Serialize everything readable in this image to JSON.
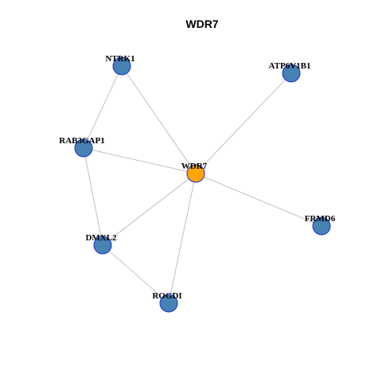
{
  "title": "WDR7",
  "colors": {
    "center_node": "#ffa500",
    "neighbor_node": "#4682b4",
    "node_border": "#1a2fd1",
    "edge": "#b3b3b3"
  },
  "nodes": [
    {
      "id": "WDR7",
      "label": "WDR7",
      "role": "center"
    },
    {
      "id": "NTRK1",
      "label": "NTRK1",
      "role": "neighbor"
    },
    {
      "id": "ATP6V1B1",
      "label": "ATP6V1B1",
      "role": "neighbor"
    },
    {
      "id": "RAB3GAP1",
      "label": "RAB3GAP1",
      "role": "neighbor"
    },
    {
      "id": "DMXL2",
      "label": "DMXL2",
      "role": "neighbor"
    },
    {
      "id": "FRMD6",
      "label": "FRMD6",
      "role": "neighbor"
    },
    {
      "id": "ROGDI",
      "label": "ROGDI",
      "role": "neighbor"
    }
  ],
  "edges": [
    {
      "source": "NTRK1",
      "target": "RAB3GAP1"
    },
    {
      "source": "NTRK1",
      "target": "WDR7"
    },
    {
      "source": "ATP6V1B1",
      "target": "WDR7"
    },
    {
      "source": "RAB3GAP1",
      "target": "WDR7"
    },
    {
      "source": "RAB3GAP1",
      "target": "DMXL2"
    },
    {
      "source": "WDR7",
      "target": "DMXL2"
    },
    {
      "source": "WDR7",
      "target": "FRMD6"
    },
    {
      "source": "WDR7",
      "target": "ROGDI"
    },
    {
      "source": "DMXL2",
      "target": "ROGDI"
    }
  ]
}
